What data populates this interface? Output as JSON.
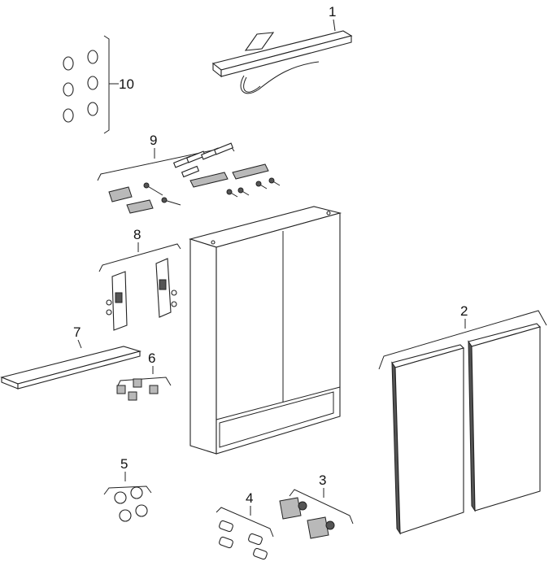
{
  "diagram": {
    "parts": [
      {
        "key": "light",
        "label": "1"
      },
      {
        "key": "doors",
        "label": "2"
      },
      {
        "key": "hinges",
        "label": "3"
      },
      {
        "key": "handles",
        "label": "4"
      },
      {
        "key": "feet",
        "label": "5"
      },
      {
        "key": "clips",
        "label": "6"
      },
      {
        "key": "shelf",
        "label": "7"
      },
      {
        "key": "brackets",
        "label": "8"
      },
      {
        "key": "wall-mount",
        "label": "9"
      },
      {
        "key": "bumpers",
        "label": "10"
      }
    ]
  }
}
